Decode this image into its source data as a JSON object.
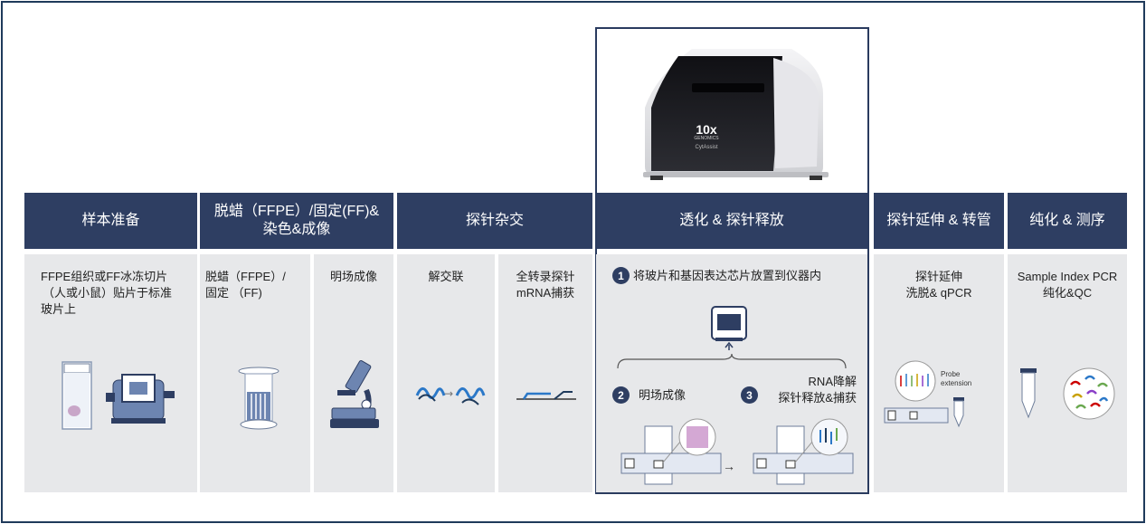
{
  "steps": [
    {
      "title": "样本准备"
    },
    {
      "title_line1": "脱蜡（FFPE）/固定(FF)&",
      "title_line2": "染色&成像"
    },
    {
      "title": "探针杂交"
    },
    {
      "title": "透化 & 探针释放"
    },
    {
      "title": "探针延伸 & 转管"
    },
    {
      "title": "纯化 & 测序"
    }
  ],
  "columns": {
    "sample_prep": [
      "FFPE组织或FF冰冻切片",
      "（人或小鼠）贴片于标准",
      "玻片上"
    ],
    "deparaffin": [
      "脱蜡（FFPE）/",
      "固定 （FF)"
    ],
    "brightfield": "明场成像",
    "decrosslink": "解交联",
    "probe_capture": [
      "全转录探针",
      "mRNA捕获"
    ],
    "extension": [
      "探针延伸",
      "洗脱& qPCR"
    ],
    "purify": [
      "Sample Index PCR",
      "纯化&QC"
    ]
  },
  "permeabilization": {
    "step1_num": "1",
    "step1": "将玻片和基因表达芯片放置到仪器内",
    "step2_num": "2",
    "step2": "明场成像",
    "step3_num": "3",
    "step3_line1": "RNA降解",
    "step3_line2": "探针释放&捕获"
  },
  "instrument": {
    "brand": "10x",
    "brand_sub": "GENOMICS",
    "model": "CytAssist"
  },
  "probe_label": [
    "Probe",
    "extension"
  ],
  "colors": {
    "header": "#2e3e62",
    "panel": "#e7e8ea",
    "accent": "#2b78c8"
  }
}
